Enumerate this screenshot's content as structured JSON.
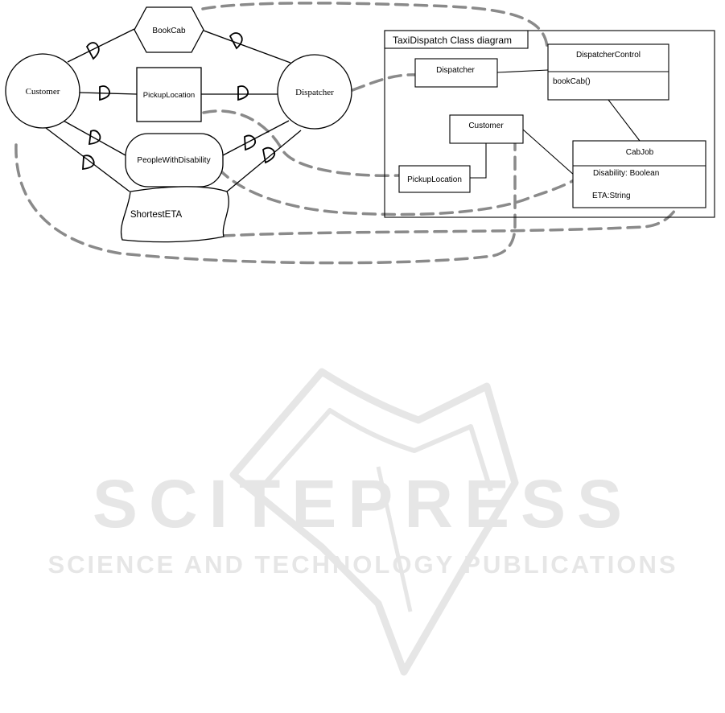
{
  "watermark": {
    "name": "SCITEPRESS",
    "subtitle": "SCIENCE AND TECHNOLOGY PUBLICATIONS",
    "color": "#e6e6e6"
  },
  "agent_model": {
    "agents": {
      "customer": "Customer",
      "dispatcher": "Dispatcher"
    },
    "tasks": {
      "book_cab": "BookCab",
      "pickup_location": "PickupLocation",
      "people_with_disability": "PeopleWithDisability",
      "shortest_eta": "ShortestETA"
    },
    "dependency_marker": "D"
  },
  "class_diagram": {
    "frame_title": "TaxiDispatch Class diagram",
    "dispatcher": "Dispatcher",
    "dispatcher_control": {
      "name": "DispatcherControl",
      "methods": [
        "bookCab()"
      ]
    },
    "customer": "Customer",
    "pickup_location": "PickupLocation",
    "cab_job": {
      "name": "CabJob",
      "attributes": [
        "Disability: Boolean",
        "ETA:String"
      ]
    }
  },
  "colors": {
    "line": "#000000",
    "trace_link": "#8a8a8a"
  }
}
